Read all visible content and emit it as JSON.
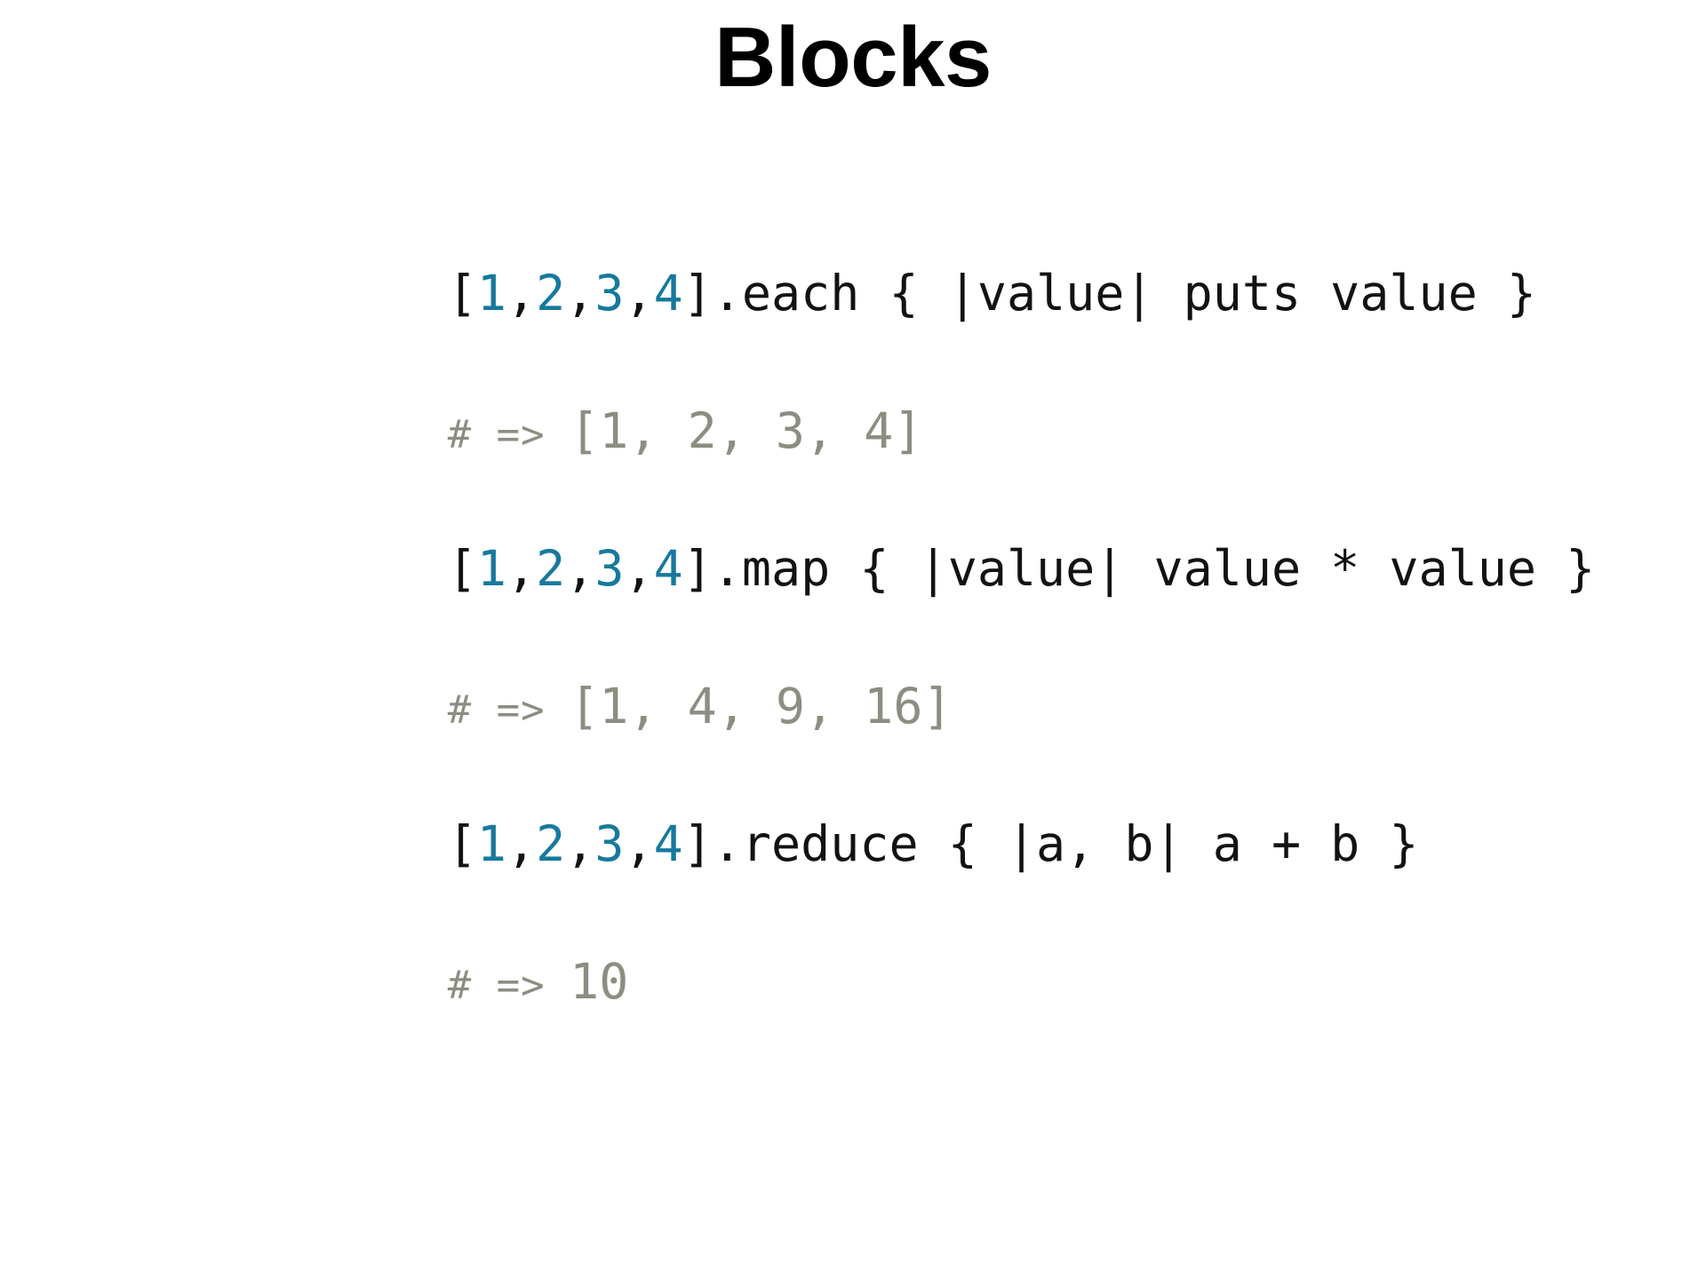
{
  "slide": {
    "title": "Blocks",
    "background_color": "#ffffff",
    "colors": {
      "title": "#000000",
      "code": "#121212",
      "number_literal": "#17799d",
      "comment": "#8b8e80"
    },
    "code": [
      {
        "kind": "statement",
        "text": "[1,2,3,4].each { |value| puts value }",
        "receiver_open": "[",
        "receiver_numbers": [
          "1",
          "2",
          "3",
          "4"
        ],
        "receiver_sep": ",",
        "receiver_close": "]",
        "call": ".each { |value| puts value }"
      },
      {
        "kind": "comment",
        "text": "# => [1, 2, 3, 4]",
        "prefix": "# => ",
        "result": "[1, 2, 3, 4]"
      },
      {
        "kind": "statement",
        "text": "[1,2,3,4].map { |value| value * value }",
        "receiver_open": "[",
        "receiver_numbers": [
          "1",
          "2",
          "3",
          "4"
        ],
        "receiver_sep": ",",
        "receiver_close": "]",
        "call": ".map { |value| value * value }"
      },
      {
        "kind": "comment",
        "text": "# => [1, 4, 9, 16]",
        "prefix": "# => ",
        "result": "[1, 4, 9, 16]"
      },
      {
        "kind": "statement",
        "text": "[1,2,3,4].reduce { |a, b| a + b }",
        "receiver_open": "[",
        "receiver_numbers": [
          "1",
          "2",
          "3",
          "4"
        ],
        "receiver_sep": ",",
        "receiver_close": "]",
        "call": ".reduce { |a, b| a + b }"
      },
      {
        "kind": "comment",
        "text": "# => 10",
        "prefix": "# => ",
        "result": "10"
      }
    ]
  }
}
